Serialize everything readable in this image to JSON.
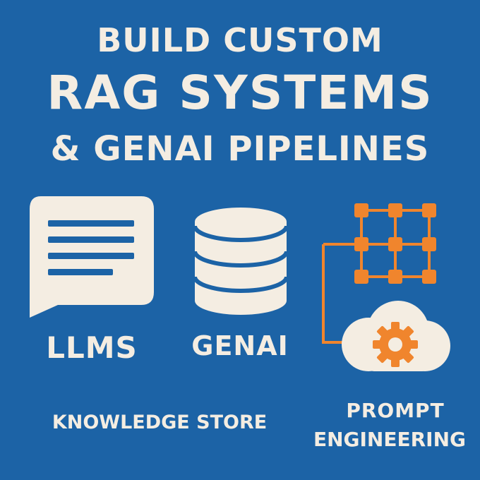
{
  "headline": {
    "line1": "BUILD CUSTOM",
    "line2": "RAG SYSTEMS",
    "line3": "& GENAI PIPELINES"
  },
  "labels": {
    "llms": "LLMS",
    "genai": "GENAI",
    "knowledge_store": "KNOWLEDGE STORE",
    "prompt": "PROMPT",
    "engineering": "ENGINEERING"
  },
  "icons": {
    "chat": "chat-bubble-icon",
    "database": "database-icon",
    "pipeline": "pipeline-grid-icon",
    "cloud": "cloud-gear-icon"
  },
  "colors": {
    "background": "#1c63a6",
    "cream": "#f4ede2",
    "accent_orange": "#f0852d"
  }
}
